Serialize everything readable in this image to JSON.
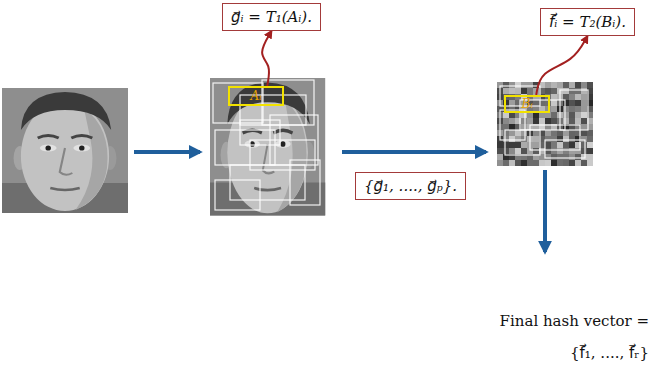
{
  "diagram": {
    "nodes": [
      {
        "text": [
          "g⃗ᵢ = T₁(Aᵢ)."
        ]
      },
      {
        "text": [
          "Aᵢ"
        ]
      },
      {
        "text": [
          "{g⃗₁, ...., g⃗ₚ}."
        ]
      },
      {
        "text": [
          "f⃗ᵢ = T₂(Bᵢ)."
        ]
      },
      {
        "text": [
          "Bᵢ"
        ]
      }
    ],
    "edges": [
      {
        "from": 1,
        "to": 0,
        "arrow": "to"
      },
      {
        "from": 4,
        "to": 3,
        "arrow": "to"
      }
    ],
    "labels": [
      "Final hash vector =",
      "{f⃗₁, ...., f⃗ᵣ}"
    ]
  }
}
